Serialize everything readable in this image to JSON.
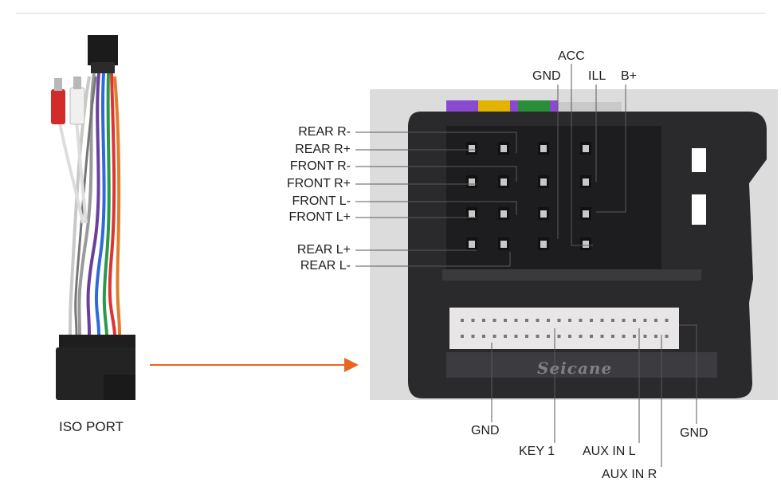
{
  "left_caption": "ISO PORT",
  "watermark": "Seicane",
  "colors": {
    "arrow": "#e8651e",
    "housing": "#2a2a2d",
    "line": "#5a5a5a"
  },
  "pin_labels_left": [
    "REAR R-",
    "REAR R+",
    "FRONT R-",
    "FRONT R+",
    "FRONT L-",
    "FRONT L+",
    "REAR L+",
    "REAR L-"
  ],
  "pin_labels_top": {
    "acc": "ACC",
    "gnd": "GND",
    "ill": "ILL",
    "bplus": "B+"
  },
  "pin_labels_bottom": {
    "gnd_left": "GND",
    "key1": "KEY 1",
    "aux_l": "AUX IN L",
    "aux_r": "AUX IN R",
    "gnd_right": "GND"
  }
}
